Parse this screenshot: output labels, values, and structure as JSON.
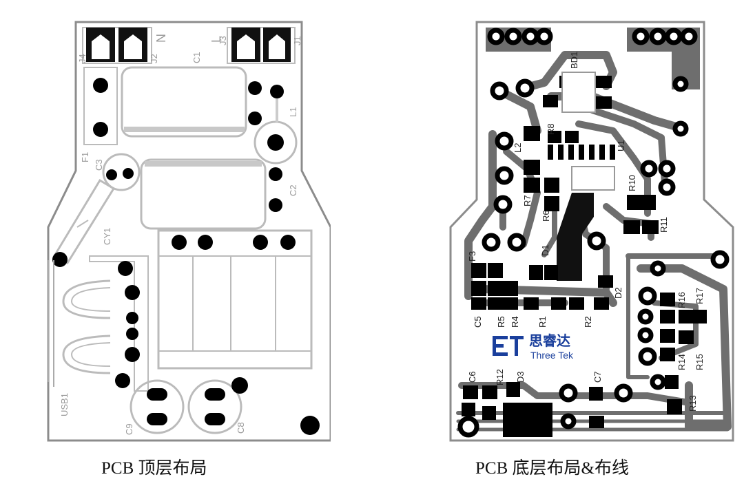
{
  "captions": {
    "top": "PCB 顶层布局",
    "bottom": "PCB 底层布局&布线"
  },
  "top_labels": {
    "J4": "J4",
    "J2": "J2",
    "N": "N",
    "L": "L",
    "J3": "J3",
    "J1": "J1",
    "C1": "C1",
    "L1": "L1",
    "F1": "F1",
    "C3": "C3",
    "C2": "C2",
    "CY1": "CY1",
    "USB1": "USB1",
    "C9": "C9",
    "C8": "C8"
  },
  "bottom_labels": {
    "BD1": "BD1",
    "L2": "L2",
    "R8": "R8",
    "R7": "R7",
    "R6": "R6",
    "U1": "U1",
    "R10": "R10",
    "R11": "R11",
    "D1": "D1",
    "F3": "F3",
    "D2": "D2",
    "C5": "C5",
    "R5": "R5",
    "R4": "R4",
    "R1": "R1",
    "R2": "R2",
    "R16": "R16",
    "R17": "R17",
    "R14": "R14",
    "R15": "R15",
    "R13": "R13",
    "C6": "C6",
    "R12": "R12",
    "D3": "D3",
    "C7": "C7"
  },
  "logo": {
    "mark": "ET",
    "cn": "思睿达",
    "en": "Three Tek",
    "color": "#1a3f9c"
  },
  "colors": {
    "outline": "#8c8c8c",
    "pad": "#000000",
    "silk": "#b8b8b8",
    "trace": "#6e6e6e",
    "board_bg": "#ffffff"
  }
}
